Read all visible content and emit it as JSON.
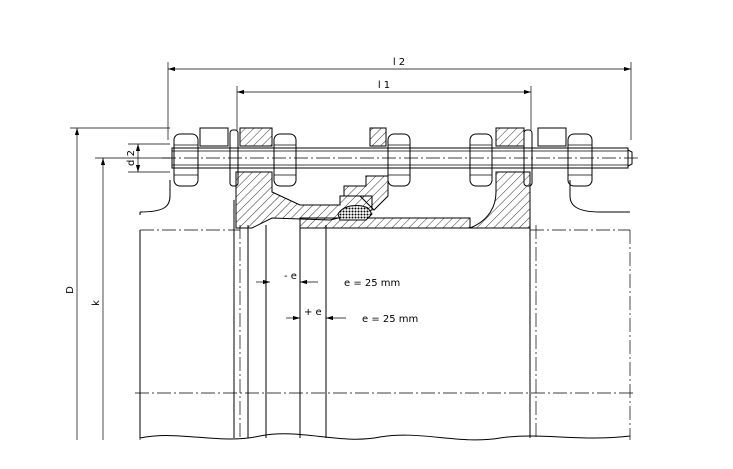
{
  "dimensions": {
    "l2": "l 2",
    "l1": "l 1",
    "d2": "d 2",
    "D": "D",
    "k": "k"
  },
  "tolerances": {
    "minus_e": "- e",
    "plus_e": "+ e",
    "minus_value": "e = 25   mm",
    "plus_value": "e = 25   mm"
  }
}
